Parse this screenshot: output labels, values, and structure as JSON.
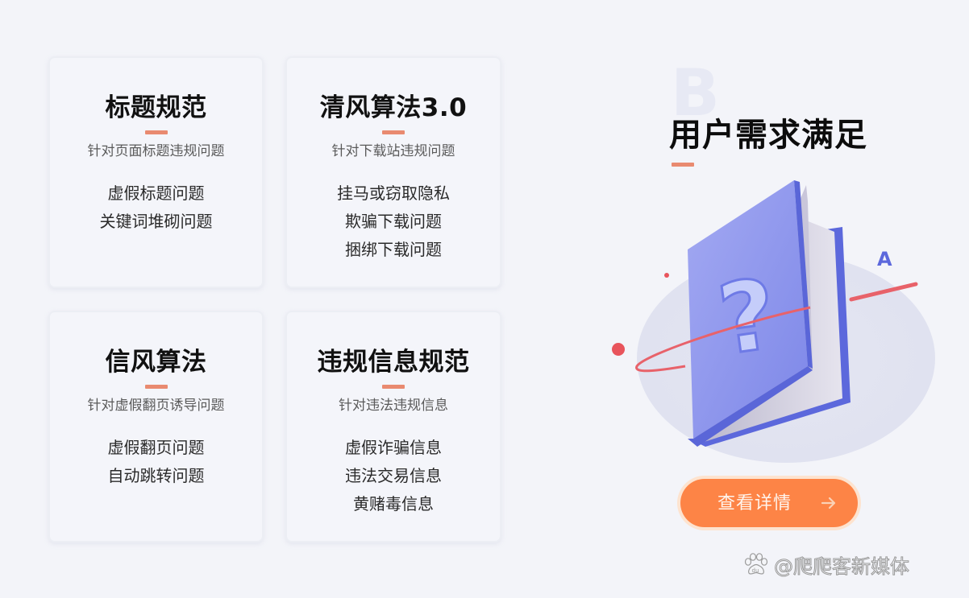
{
  "cards": [
    {
      "title": "标题规范",
      "subtitle": "针对页面标题违规问题",
      "items": [
        "虚假标题问题",
        "关键词堆砌问题"
      ]
    },
    {
      "title": "清风算法3.0",
      "subtitle": "针对下载站违规问题",
      "items": [
        "挂马或窃取隐私",
        "欺骗下载问题",
        "捆绑下载问题"
      ]
    },
    {
      "title": "信风算法",
      "subtitle": "针对虚假翻页诱导问题",
      "items": [
        "虚假翻页问题",
        "自动跳转问题"
      ]
    },
    {
      "title": "违规信息规范",
      "subtitle": "针对违法违规信息",
      "items": [
        "虚假诈骗信息",
        "违法交易信息",
        "黄赌毒信息"
      ]
    }
  ],
  "hero": {
    "watermark_letter": "B",
    "title": "用户需求满足",
    "illustration_letter": "A",
    "illustration_symbol": "?",
    "button_label": "查看详情",
    "button_icon": "arrow-right-icon"
  },
  "watermark": {
    "text": "@爬爬客新媒体",
    "icon": "baidu-paw-icon",
    "icon_text": "du"
  },
  "colors": {
    "background": "#f3f4f9",
    "accent": "#e98a70",
    "button": "#fd8446",
    "book": "#7b86ea",
    "orbit": "#e8626a"
  }
}
